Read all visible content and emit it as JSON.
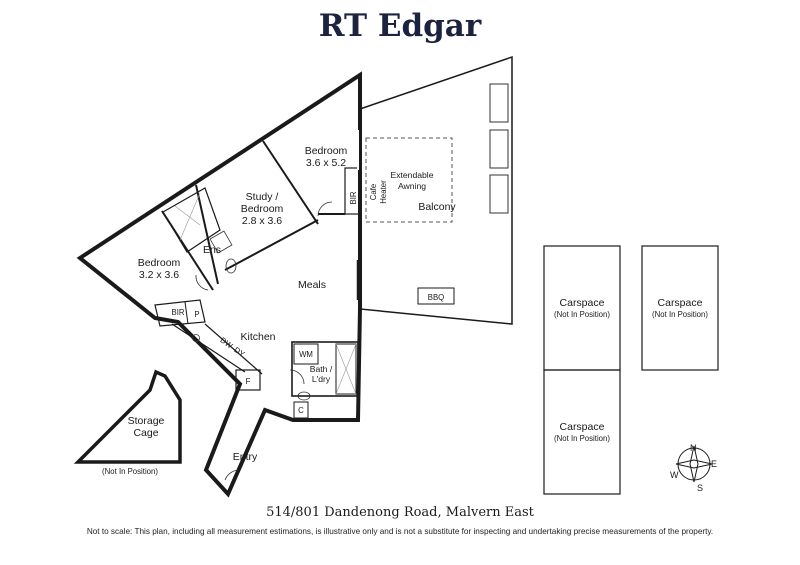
{
  "header": {
    "brand": "RT Edgar"
  },
  "rooms": {
    "bedroom_main_name": "Bedroom",
    "bedroom_main_size": "3.6 x 5.2",
    "study_name": "Study /",
    "study_name_2": "Bedroom",
    "study_size": "2.8 x 3.6",
    "bedroom_2_name": "Bedroom",
    "bedroom_2_size": "3.2 x 3.6",
    "ensuite": "Ens",
    "meals": "Meals",
    "kitchen": "Kitchen",
    "bath_laundry": "Bath /",
    "bath_laundry_2": "L'dry",
    "entry": "Entry",
    "balcony": "Balcony",
    "storage": "Storage",
    "storage_2": "Cage",
    "storage_note": "(Not In Position)"
  },
  "fixtures": {
    "bir_top": "BIR",
    "bir_left": "BIR",
    "pantry": "P",
    "dishwasher": "DW",
    "dryer": "DY",
    "fridge": "F",
    "washing_machine": "WM",
    "cupboard": "C",
    "bbq": "BBQ",
    "cafe_heater": "Cafe",
    "cafe_heater_2": "Heater",
    "awning": "Extendable",
    "awning_2": "Awning"
  },
  "carspaces": [
    {
      "label": "Carspace",
      "note": "(Not In Position)"
    },
    {
      "label": "Carspace",
      "note": "(Not In Position)"
    },
    {
      "label": "Carspace",
      "note": "(Not In Position)"
    }
  ],
  "compass": {
    "n": "N",
    "s": "S",
    "e": "E",
    "w": "W"
  },
  "footer": {
    "address": "514/801 Dandenong Road, Malvern East",
    "disclaimer": "Not to scale: This plan, including all measurement estimations, is illustrative only and is not a substitute for inspecting and undertaking precise measurements of the property."
  }
}
